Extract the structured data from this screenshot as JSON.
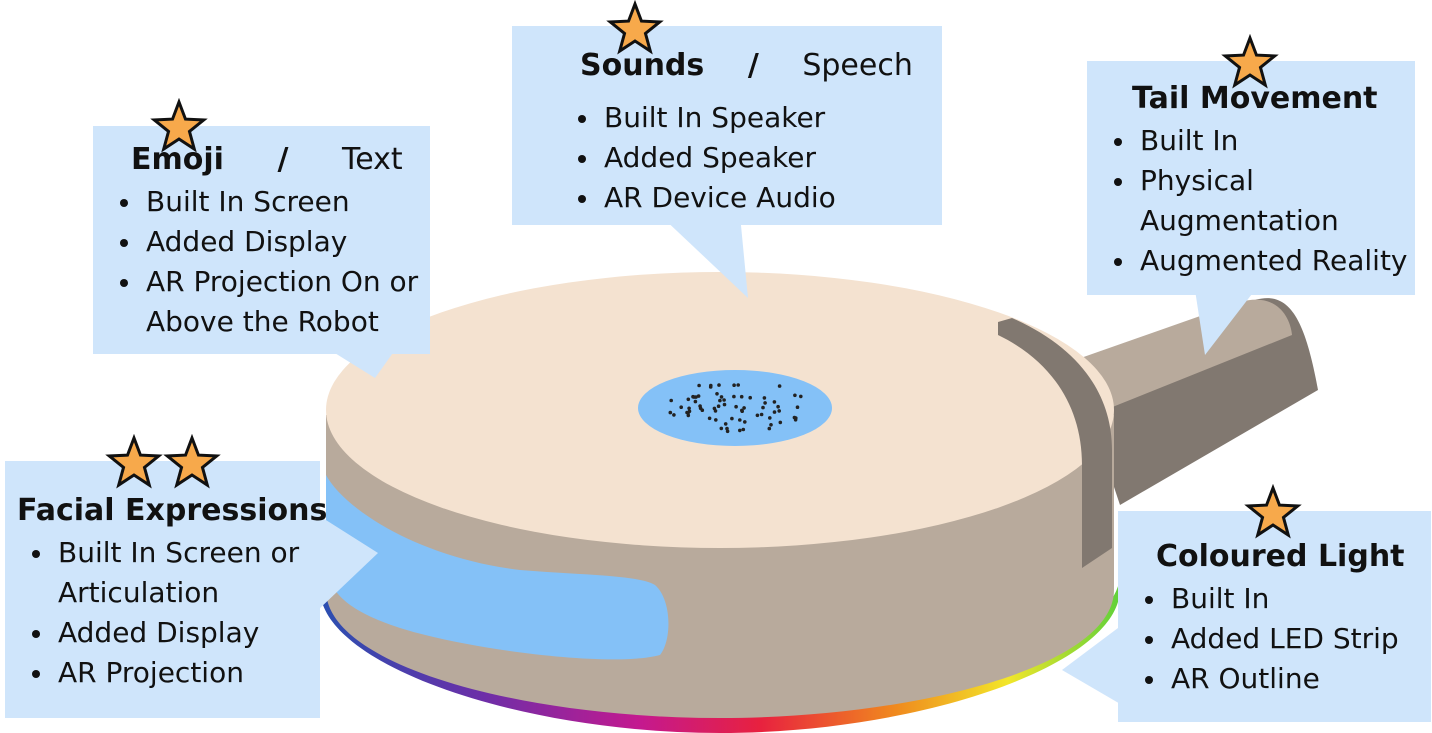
{
  "colors": {
    "box_fill": "#cfe5fb",
    "robot_top": "#f4e2d0",
    "robot_side": "#b8aa9c",
    "robot_dark": "#817870",
    "face_screen": "#84c1f7",
    "star_fill": "#f7a94b",
    "star_stroke": "#111111"
  },
  "icons": [
    "star-icon",
    "speaker-grille-icon"
  ],
  "callouts": {
    "emoji_text": {
      "title_bold": "Emoji",
      "separator": "/",
      "title_regular": "Text",
      "stars": 1,
      "items": [
        "Built In Screen",
        "Added Display",
        "AR Projection On or",
        "Above the Robot"
      ]
    },
    "sounds_speech": {
      "title_bold": "Sounds",
      "separator": "/",
      "title_regular": "Speech",
      "stars": 1,
      "items": [
        "Built In Speaker",
        "Added Speaker",
        "AR Device Audio"
      ]
    },
    "tail_movement": {
      "title_bold": "Tail Movement",
      "stars": 1,
      "items": [
        "Built In",
        "Physical",
        "Augmentation",
        "Augmented Reality"
      ]
    },
    "facial_expressions": {
      "title_bold": "Facial Expressions",
      "stars": 2,
      "items": [
        "Built In Screen or",
        "Articulation",
        "Added Display",
        "AR Projection"
      ]
    },
    "coloured_light": {
      "title_bold": "Coloured Light",
      "stars": 1,
      "items": [
        "Built In",
        "Added LED Strip",
        "AR Outline"
      ]
    }
  }
}
